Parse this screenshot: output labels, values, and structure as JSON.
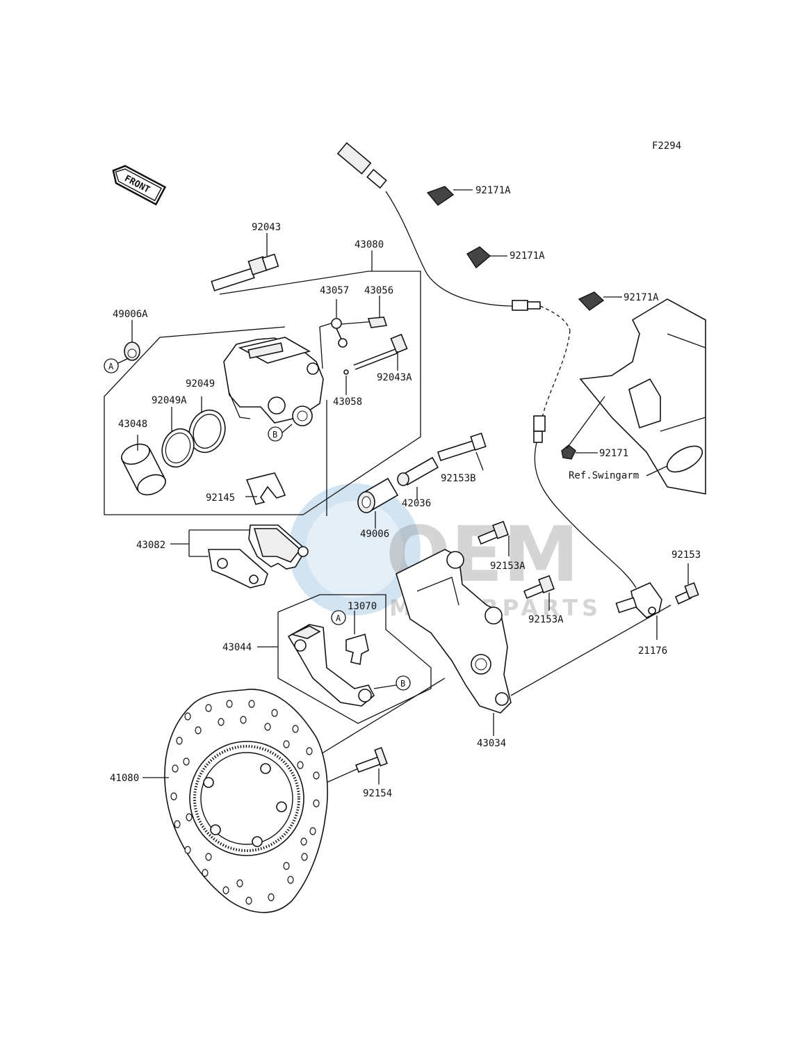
{
  "figure_code": "F2294",
  "front_badge": "FRONT",
  "reference_note": "Ref.Swingarm",
  "watermark": {
    "main": "OEM",
    "sub": "MOTORPARTS"
  },
  "callout_markers": {
    "a": "A",
    "b": "B"
  },
  "parts": [
    "92171A",
    "92171A",
    "92171A",
    "92043",
    "43080",
    "43057",
    "43056",
    "49006A",
    "92043A",
    "92049",
    "92049A",
    "43058",
    "43048",
    "92171",
    "92153B",
    "42036",
    "92145",
    "49006",
    "43082",
    "92153A",
    "92153",
    "13070",
    "92153A",
    "43044",
    "21176",
    "43034",
    "41080",
    "92154"
  ]
}
